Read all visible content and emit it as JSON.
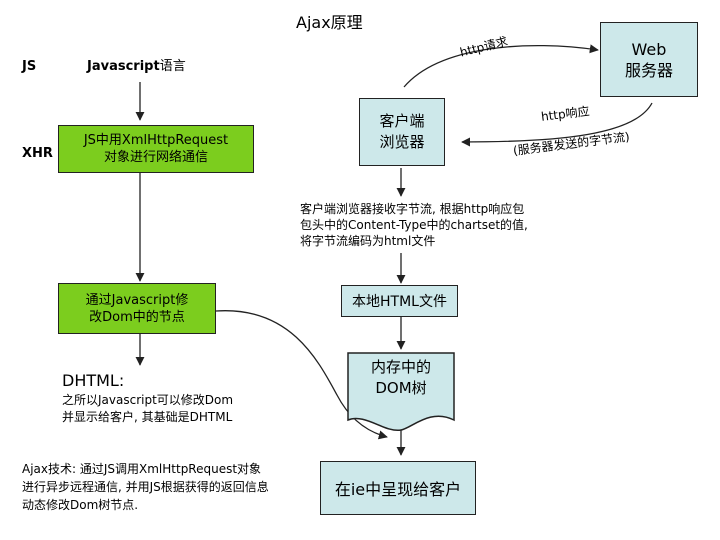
{
  "title": "Ajax原理",
  "left": {
    "js_label": "JS",
    "js_desc_en": "Javascript",
    "js_desc_cn": "语言",
    "xhr_label": "XHR",
    "xhr_box_line1": "JS中用XmlHttpRequest",
    "xhr_box_line2": "对象进行网络通信",
    "dom_box_line1": "通过Javascript修",
    "dom_box_line2": "改Dom中的节点",
    "dhtml_title": "DHTML:",
    "dhtml_line1": "之所以Javascript可以修改Dom",
    "dhtml_line2": "并显示给客户, 其基础是DHTML",
    "ajax_line1": "Ajax技术: 通过JS调用XmlHttpRequest对象",
    "ajax_line2": "进行异步远程通信, 并用JS根据获得的返回信息",
    "ajax_line3": "动态修改Dom树节点."
  },
  "right": {
    "server_line1": "Web",
    "server_line2": "服务器",
    "http_request": "http请求",
    "http_response": "http响应",
    "byte_stream_note": "(服务器发送的字节流)",
    "client_line1": "客户端",
    "client_line2": "浏览器",
    "parse_line1": "客户端浏览器接收字节流, 根据http响应包",
    "parse_line2": "包头中的Content-Type中的chartset的值,",
    "parse_line3": "将字节流编码为html文件",
    "local_html": "本地HTML文件",
    "dom_tree_line1": "内存中的",
    "dom_tree_line2": "DOM树",
    "display": "在ie中呈现给客户"
  },
  "colors": {
    "green_box": "#7ccd1e",
    "teal_box": "#cde8ea",
    "stroke": "#222222"
  }
}
